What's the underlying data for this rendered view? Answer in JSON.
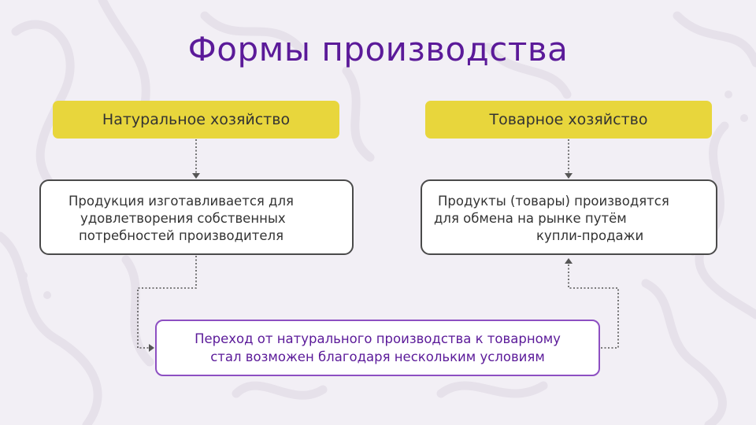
{
  "title": "Формы производства",
  "left": {
    "header": "Натуральное хозяйство",
    "lines": [
      "Продукция изготавливается для",
      "удовлетворения собственных",
      "потребностей производителя"
    ]
  },
  "right": {
    "header": "Товарное хозяйство",
    "lines": [
      "Продукты (товары) производятся",
      "для обмена на рынке путём",
      "купли-продажи"
    ]
  },
  "bottom": {
    "lines": [
      "Переход от натурального производства к товарному",
      "стал возможен благодаря нескольким условиям"
    ]
  },
  "colors": {
    "title": "#5b1a99",
    "header_fill": "#e8d63c",
    "box_border": "#4a4a4a",
    "transition_border": "#8d4fc2",
    "background": "#f2eff5"
  }
}
